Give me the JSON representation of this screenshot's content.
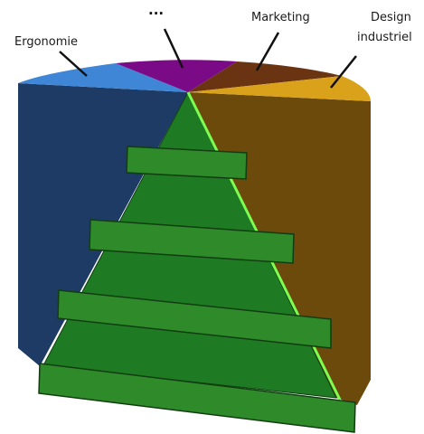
{
  "diagram": {
    "segments": [
      {
        "label": "Ergonomie",
        "top_color": "#3f86d6",
        "side_color": "#1f3d6b"
      },
      {
        "label": "...",
        "top_color": "#7b0a86",
        "side_color": "#4a0a5a"
      },
      {
        "label": "Marketing",
        "top_color": "#6a3412",
        "side_color": "#4a2408"
      },
      {
        "label": "Design",
        "label_line2": "industriel",
        "top_color": "#d9a21a",
        "side_color": "#6b4a0c"
      }
    ],
    "pyramid": {
      "color": "#1f7a24",
      "edge_color": "#7dff52",
      "tiers": 4,
      "tier_color": "#2f8a2a",
      "tier_border": "#123d12"
    }
  }
}
